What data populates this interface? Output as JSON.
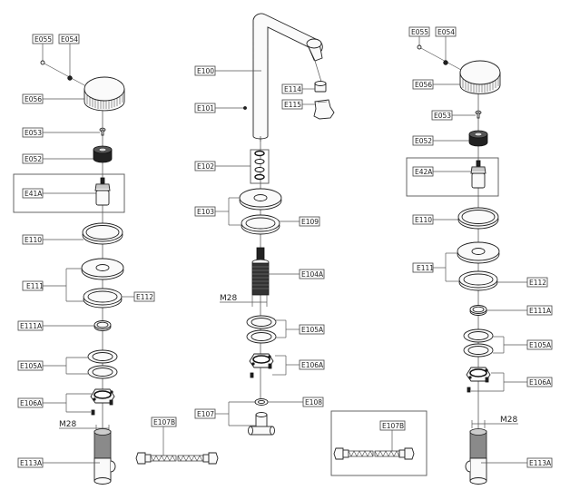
{
  "diagram": {
    "type": "exploded-parts-view",
    "assemblies": [
      {
        "name": "left-valve-assembly",
        "labels": [
          "E055",
          "E054",
          "E056",
          "E053",
          "E052",
          "E41A",
          "E110",
          "E111",
          "E112",
          "E111A",
          "E105A",
          "E106A",
          "E113A"
        ],
        "dimension": "M28"
      },
      {
        "name": "center-spout-assembly",
        "labels": [
          "E100",
          "E101",
          "E114",
          "E115",
          "E102",
          "E103",
          "E109",
          "E104A",
          "E105A",
          "E106A",
          "E108",
          "E107"
        ],
        "dimension": "M28"
      },
      {
        "name": "right-valve-assembly",
        "labels": [
          "E055",
          "E054",
          "E056",
          "E053",
          "E052",
          "E42A",
          "E110",
          "E111",
          "E112",
          "E111A",
          "E105A",
          "E106A",
          "E113A"
        ],
        "dimension": "M28"
      },
      {
        "name": "hoses",
        "labels": [
          "E107B",
          "E107B"
        ]
      }
    ]
  },
  "labels": {
    "L": {
      "e055": "E055",
      "e054": "E054",
      "e056": "E056",
      "e053": "E053",
      "e052": "E052",
      "e41a": "E41A",
      "e110": "E110",
      "e111": "E111",
      "e112": "E112",
      "e111a": "E111A",
      "e105a": "E105A",
      "e106a": "E106A",
      "m28": "M28",
      "e113a": "E113A",
      "e107b": "E107B"
    },
    "C": {
      "e100": "E100",
      "e101": "E101",
      "e114": "E114",
      "e115": "E115",
      "e102": "E102",
      "e103": "E103",
      "e109": "E109",
      "e104a": "E104A",
      "m28": "M28",
      "e105a": "E105A",
      "e106a": "E106A",
      "e108": "E108",
      "e107": "E107"
    },
    "R": {
      "e055": "E055",
      "e054": "E054",
      "e056": "E056",
      "e053": "E053",
      "e052": "E052",
      "e42a": "E42A",
      "e110": "E110",
      "e111": "E111",
      "e112": "E112",
      "e111a": "E111A",
      "e105a": "E105A",
      "e106a": "E106A",
      "m28": "M28",
      "e113a": "E113A",
      "e107b": "E107B"
    }
  }
}
